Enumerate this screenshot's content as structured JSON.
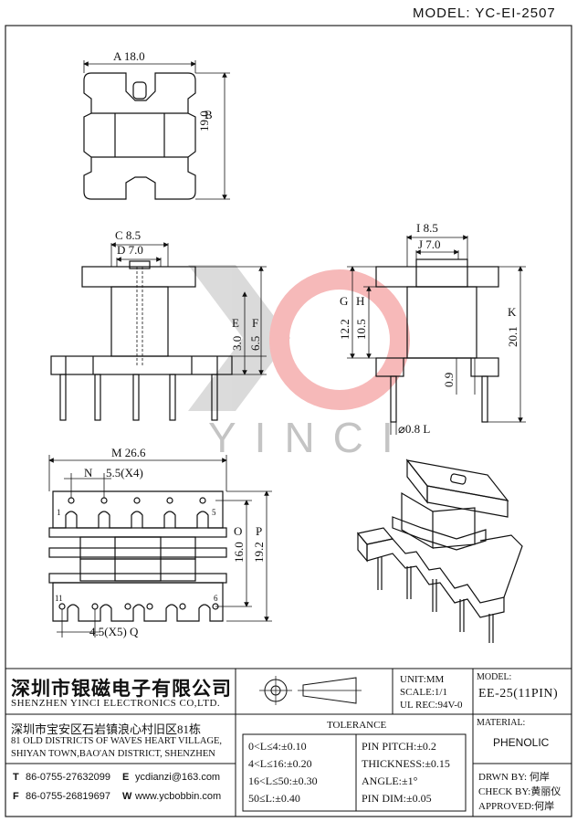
{
  "header": {
    "model_title": "MODEL: YC-EI-2507"
  },
  "watermark": {
    "text": "YINCI",
    "accent_red": "#e23a3a",
    "accent_gray": "#b9b9b9"
  },
  "top_view": {
    "dim_a": "A 18.0",
    "dim_b": "B",
    "dim_b_value": "19.0"
  },
  "front_view": {
    "dim_c": "C 8.5",
    "dim_d": "D 7.0",
    "dim_e": "E",
    "dim_e_value": "3.0",
    "dim_f": "F",
    "dim_f_value": "6.5"
  },
  "side_view": {
    "dim_i": "I 8.5",
    "dim_j": "J 7.0",
    "dim_g": "G",
    "dim_g_value": "12.2",
    "dim_h": "H",
    "dim_h_value": "10.5",
    "dim_k": "K",
    "dim_k_value": "20.1",
    "dim_09": "0.9",
    "dim_pin": "⌀0.8 L"
  },
  "bottom_view": {
    "dim_m": "M 26.6",
    "dim_n": "N",
    "dim_n_value": "5.5(X4)",
    "dim_o": "O",
    "dim_o_value": "16.0",
    "dim_p": "P",
    "dim_p_value": "19.2",
    "dim_q": "4.5(X5) Q",
    "pin1": "1",
    "pin5": "5",
    "pin11": "11",
    "pin6": "6"
  },
  "company": {
    "name_cn": "深圳市银磁电子有限公司",
    "name_en": "SHENZHEN YINCI ELECTRONICS CO,LTD.",
    "address_cn": "深圳市宝安区石岩镇浪心村旧区81栋",
    "address_en_1": "81 OLD DISTRICTS OF WAVES HEART VILLAGE,",
    "address_en_2": "SHIYAN TOWN,BAO'AN DISTRICT, SHENZHEN",
    "tel_label": "T",
    "tel": "86-0755-27632099",
    "email_label": "E",
    "email": "ycdianzi@163.com",
    "fax_label": "F",
    "fax": "86-0755-26819697",
    "web_label": "W",
    "web": "www.ycbobbin.com"
  },
  "specs": {
    "unit": "UNIT:MM",
    "scale": "SCALE:1/1",
    "ul_rec": "UL REC:94V-0"
  },
  "tolerance": {
    "title": "TOLERANCE",
    "rows": [
      "0<L≤4:±0.10",
      "4<L≤16:±0.20",
      "16<L≤50:±0.30",
      "50≤L:±0.40"
    ],
    "other": [
      "PIN PITCH:±0.2",
      "THICKNESS:±0.15",
      "ANGLE:±1°",
      "PIN DIM:±0.05"
    ]
  },
  "model_box": {
    "label": "MODEL:",
    "value": "EE-25(11PIN)"
  },
  "material_box": {
    "label": "MATERIAL:",
    "value": "PHENOLIC"
  },
  "approval": {
    "drawn": "DRWN BY: 何岸",
    "check": "CHECK BY:黄丽仪",
    "approved": "APPROVED:何岸"
  }
}
